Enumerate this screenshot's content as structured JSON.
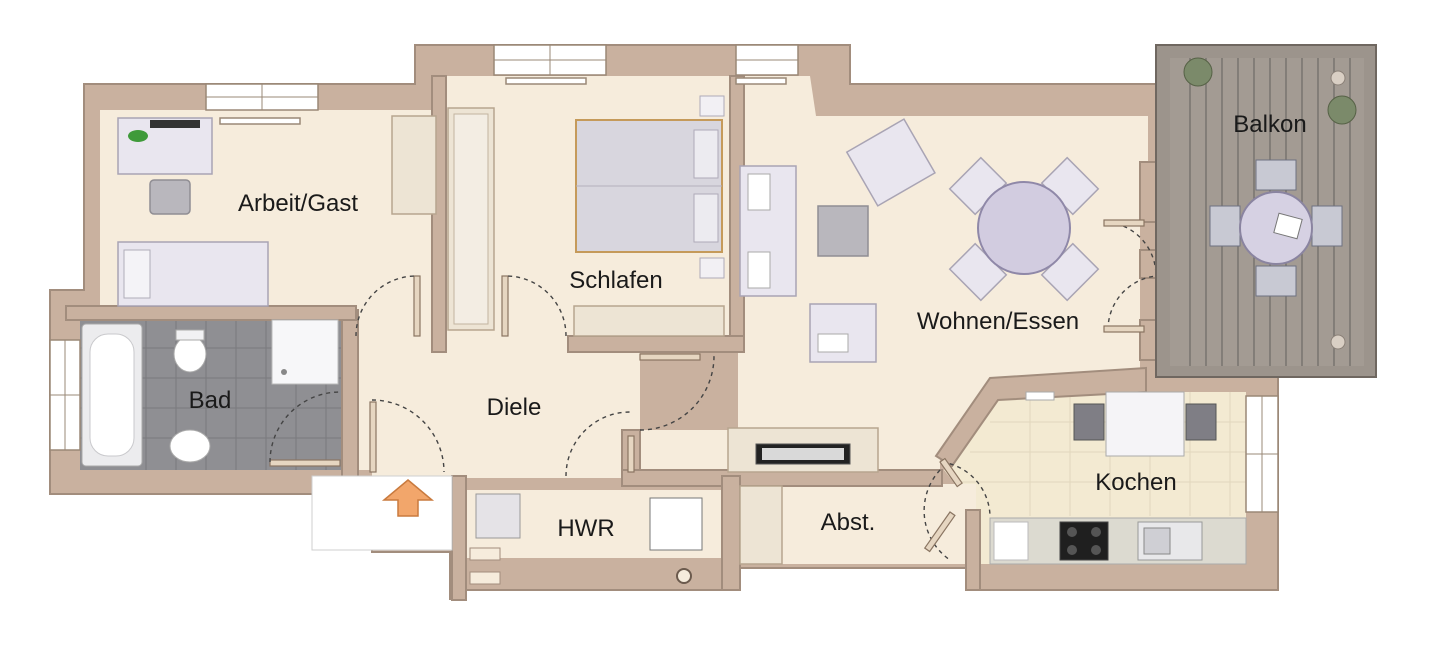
{
  "rooms": {
    "arbeit": "Arbeit/Gast",
    "schlafen": "Schlafen",
    "balkon": "Balkon",
    "wohnen": "Wohnen/Essen",
    "bad": "Bad",
    "diele": "Diele",
    "kochen": "Kochen",
    "hwr": "HWR",
    "abst": "Abst."
  },
  "icons": {
    "entrance": "entrance-arrow-icon"
  },
  "colors": {
    "wall": "#c9b19f",
    "floor": "#f6ecdc",
    "bath_tile": "#8f8f93",
    "balcony_deck": "#9c948c",
    "entrance_arrow": "#f2a66b"
  }
}
